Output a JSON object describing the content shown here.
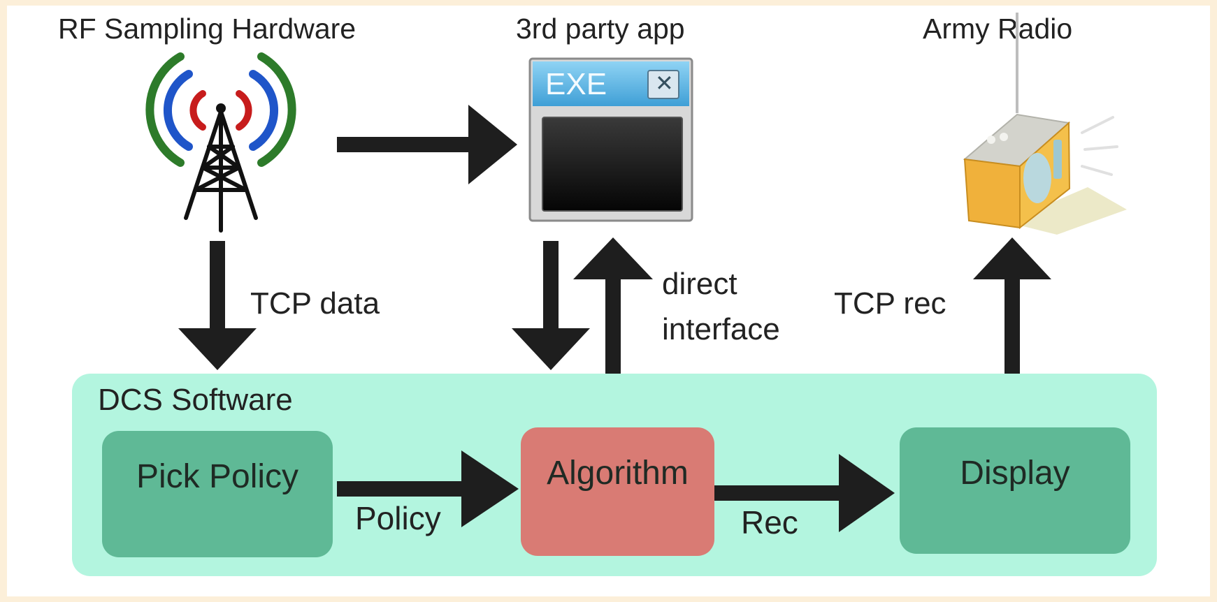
{
  "nodes": {
    "rf_hardware": {
      "label": "RF Sampling Hardware"
    },
    "third_party_app": {
      "label": "3rd party app",
      "window_title": "EXE",
      "close_glyph": "✕"
    },
    "army_radio": {
      "label": "Army Radio"
    },
    "dcs_software": {
      "label": "DCS Software"
    },
    "pick_policy": {
      "label": "Pick Policy"
    },
    "algorithm": {
      "label": "Algorithm"
    },
    "display": {
      "label": "Display"
    }
  },
  "edges": {
    "tcp_data": "TCP data",
    "direct_interface_line1": "direct",
    "direct_interface_line2": "interface",
    "tcp_rec": "TCP rec",
    "policy": "Policy",
    "rec": "Rec"
  },
  "icons": {
    "rf": "antenna-tower-icon",
    "app": "app-window-icon",
    "radio": "radio-icon"
  },
  "colors": {
    "background": "#fcefd9",
    "dcs_panel": "#b3f5df",
    "module_green": "#5fb996",
    "algorithm_red": "#d97b74",
    "arrow": "#1e1e1e"
  }
}
